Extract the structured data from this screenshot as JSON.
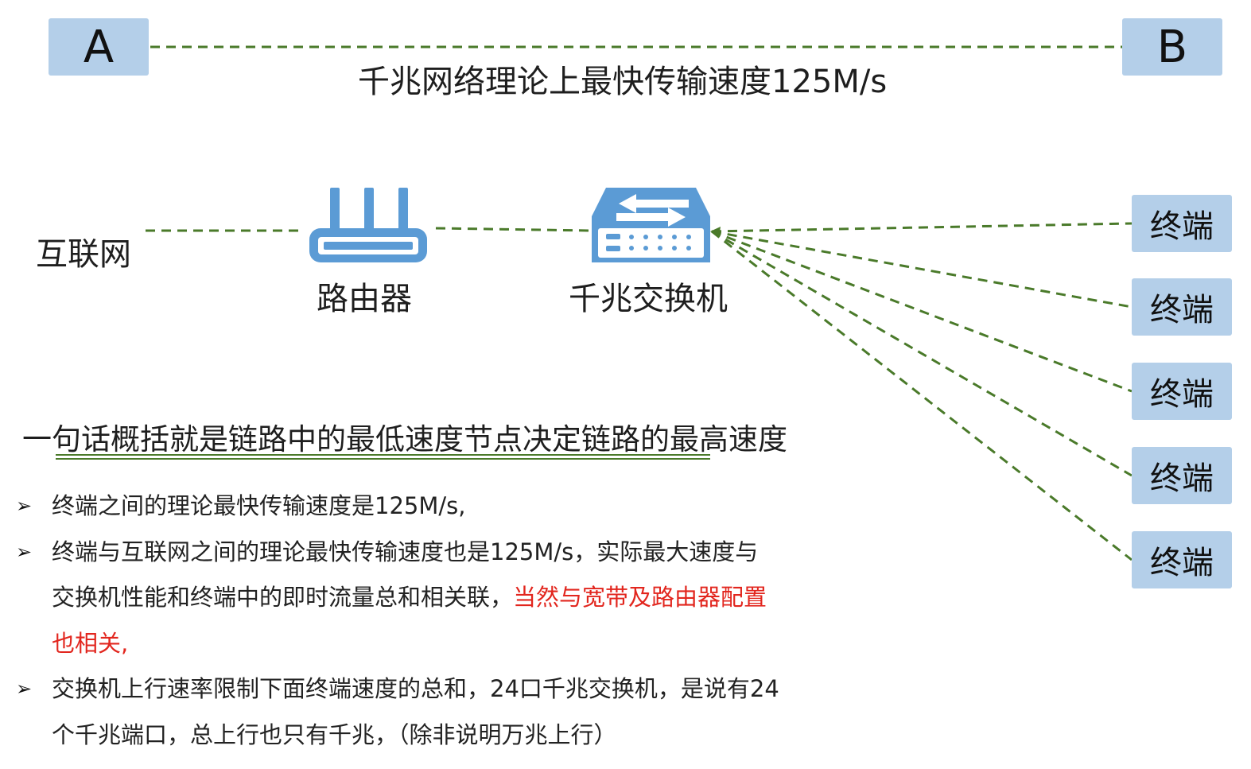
{
  "nodes": {
    "a": "A",
    "b": "B",
    "internet": "互联网",
    "router": "路由器",
    "switch": "千兆交换机",
    "terminals": [
      "终端",
      "终端",
      "终端",
      "终端",
      "终端"
    ]
  },
  "speed_caption": "千兆网络理论上最快传输速度125M/s",
  "summary_heading": "一句话概括就是链路中的最低速度节点决定链路的最高速度",
  "bullets": [
    {
      "text": "终端之间的理论最快传输速度是125M/s,"
    },
    {
      "text": "终端与互联网之间的理论最快传输速度也是125M/s，实际最大速度与交换机性能和终端中的即时流量总和相关联，",
      "highlight": "当然与宽带及路由器配置也相关,"
    },
    {
      "text": "交换机上行速率限制下面终端速度的总和，24口千兆交换机，是说有24个千兆端口，总上行也只有千兆，（除非说明万兆上行）"
    }
  ],
  "colors": {
    "box_fill": "#b4cfe9",
    "device_icon": "#5b9bd5",
    "dashed_line": "#4a7a2a",
    "highlight_text": "#e2261e"
  },
  "icons": [
    "router-icon",
    "switch-icon",
    "bullet-arrow-icon"
  ]
}
